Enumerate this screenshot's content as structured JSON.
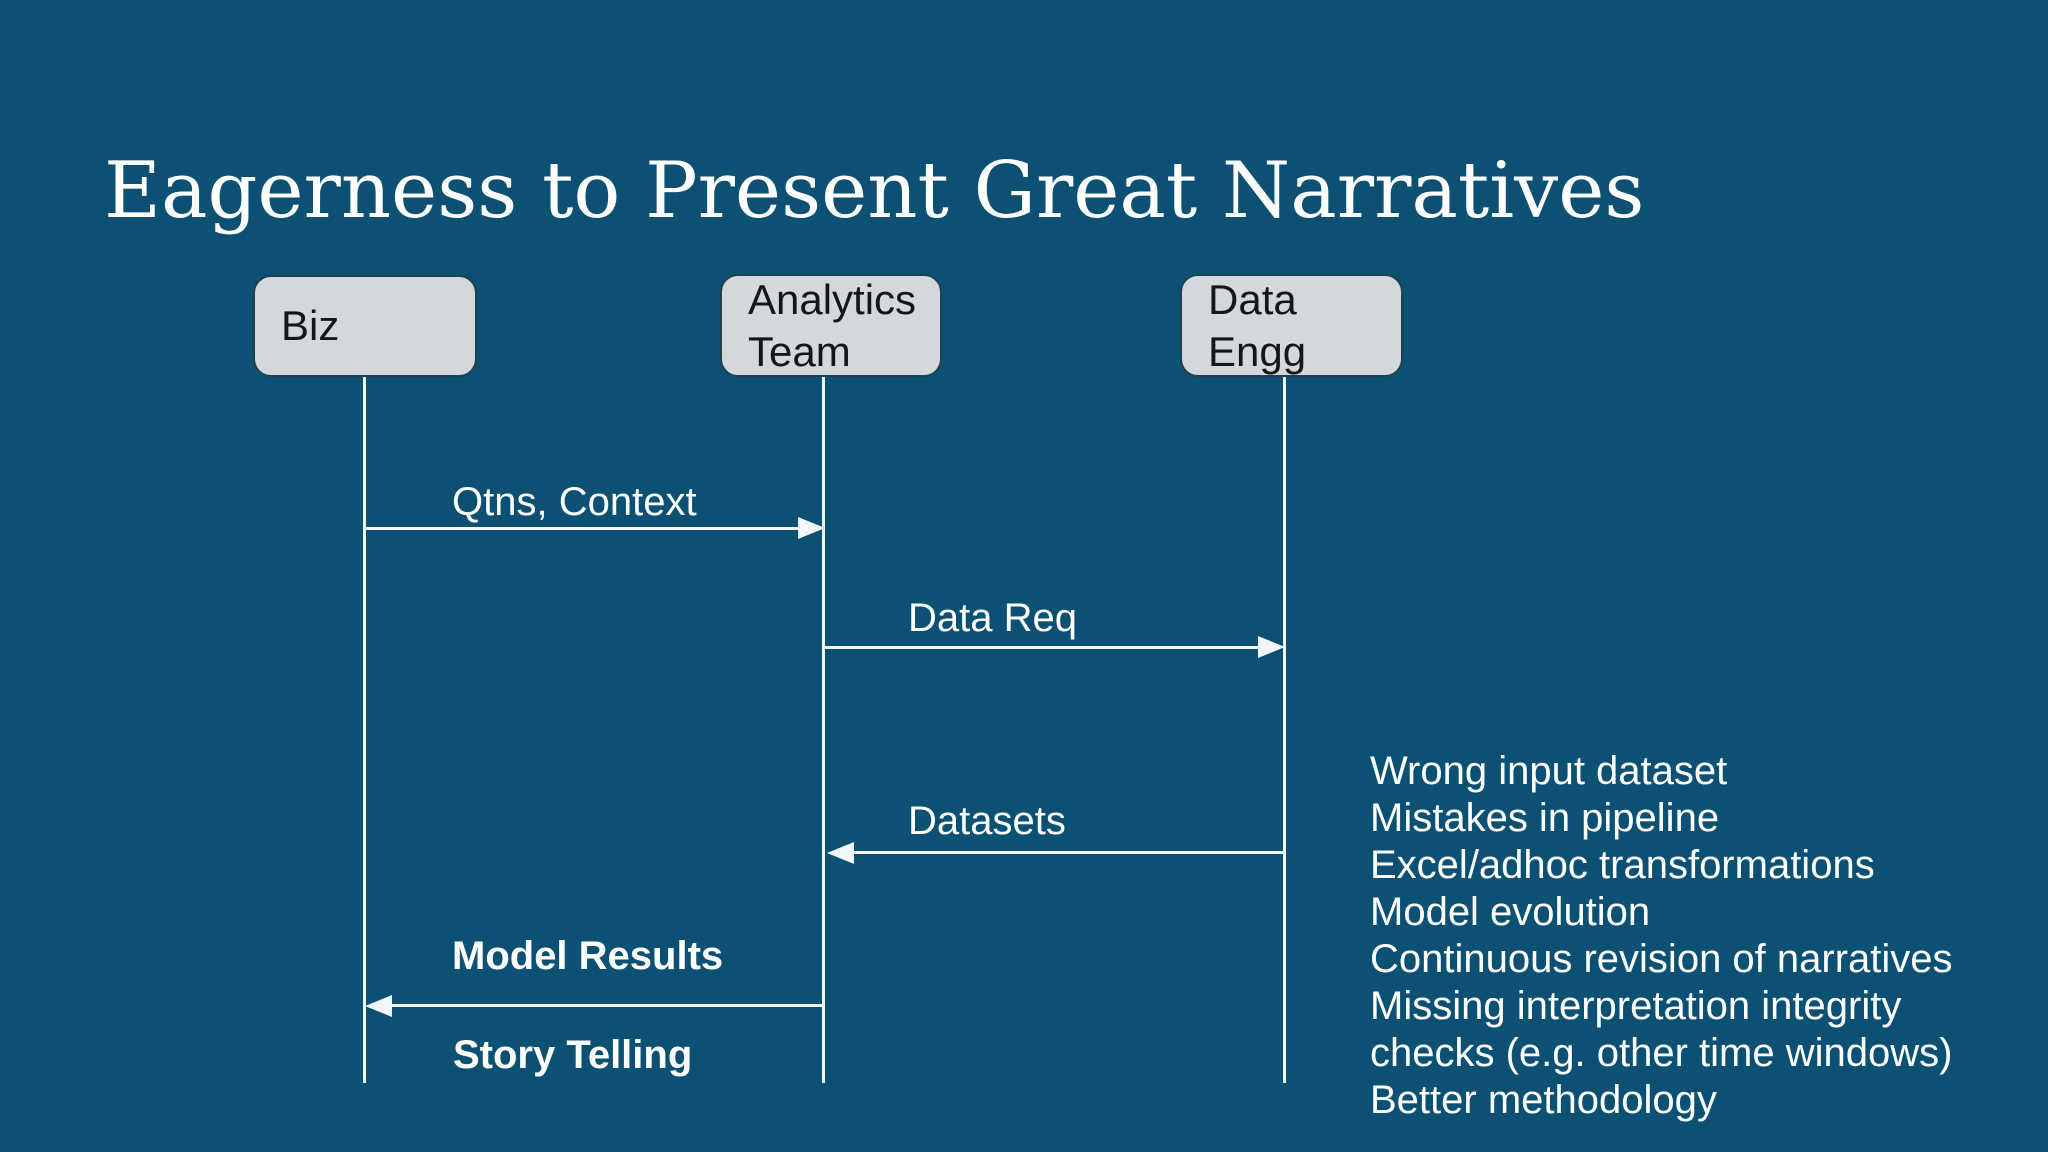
{
  "slide": {
    "title": "Eagerness to Present Great Narratives"
  },
  "colors": {
    "background": "#0C5173",
    "box_fill": "#D2D8DB",
    "box_border": "#21404E",
    "box_text": "#161616",
    "line": "#F2F6F8",
    "text": "#FFFFFF"
  },
  "actors": [
    {
      "label": "Biz"
    },
    {
      "label": "Analytics Team"
    },
    {
      "label": "Data Engg"
    }
  ],
  "messages": [
    {
      "label": "Qtns, Context",
      "from": "Biz",
      "to": "Analytics Team",
      "direction": "right",
      "style": "regular"
    },
    {
      "label": "Data Req",
      "from": "Analytics Team",
      "to": "Data Engg",
      "direction": "right",
      "style": "regular"
    },
    {
      "label": "Datasets",
      "from": "Data Engg",
      "to": "Analytics Team",
      "direction": "left",
      "style": "regular"
    },
    {
      "label": "Model Results",
      "from": "Analytics Team",
      "to": "Biz",
      "direction": "left",
      "style": "bold"
    },
    {
      "label": "Story Telling",
      "style": "bold"
    }
  ],
  "notes": {
    "lines": [
      "Wrong input dataset",
      "Mistakes in pipeline",
      "Excel/adhoc transformations",
      "Model evolution",
      "Continuous revision of narratives",
      "Missing interpretation integrity",
      "checks (e.g. other time windows)",
      "Better methodology"
    ]
  }
}
